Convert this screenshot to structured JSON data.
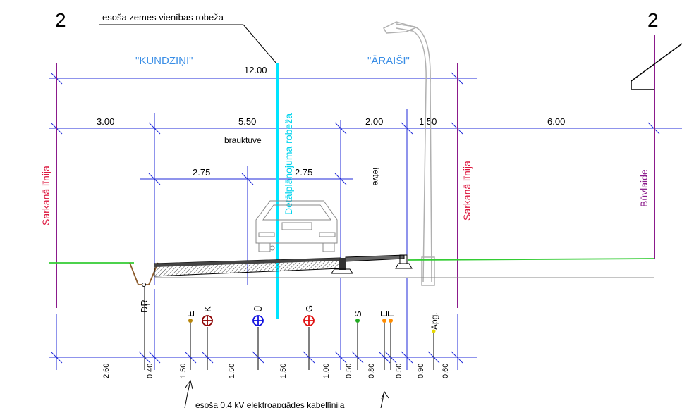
{
  "section_number_left": "2",
  "section_number_right": "2",
  "boundary_note": "esoša zemes vienības robeža",
  "owners": {
    "left": "\"KUNDZIŅI\"",
    "right": "\"ĀRAIŠI\""
  },
  "dims_top": {
    "total": "12.00",
    "d1": "3.00",
    "d2": "5.50",
    "d3": "2.00",
    "d4": "1.50",
    "d5": "6.00",
    "lane1": "2.75",
    "lane2": "2.75"
  },
  "labels": {
    "carriageway": "brauktuve",
    "sidewalk": "ietve",
    "plan_boundary": "Detālplānojuma robeža",
    "red_line_left": "Sarkanā līnija",
    "red_line_right": "Sarkanā līnija",
    "building_line": "Būvlaide",
    "cable_note": "esoša 0.4 kV elektroapgādes kabellīnija"
  },
  "utilities": {
    "dr": "DR",
    "e": "E",
    "k": "K",
    "u": "Ū",
    "g": "G",
    "s": "S",
    "e2": "E",
    "e3": "E",
    "apg": "Apg."
  },
  "dims_bottom": [
    "2.60",
    "0.40",
    "1.50",
    "1.50",
    "1.50",
    "1.00",
    "0.50",
    "0.80",
    "0.50",
    "0.90",
    "0.60"
  ],
  "colors": {
    "red_line": "#dc143c",
    "purple": "#8b1a8b",
    "dim": "#1f2ad8",
    "owner": "#3a8ee6",
    "cyan": "#00e5ff",
    "ground": "#33cc33",
    "lamp": "#b0b0b0"
  }
}
